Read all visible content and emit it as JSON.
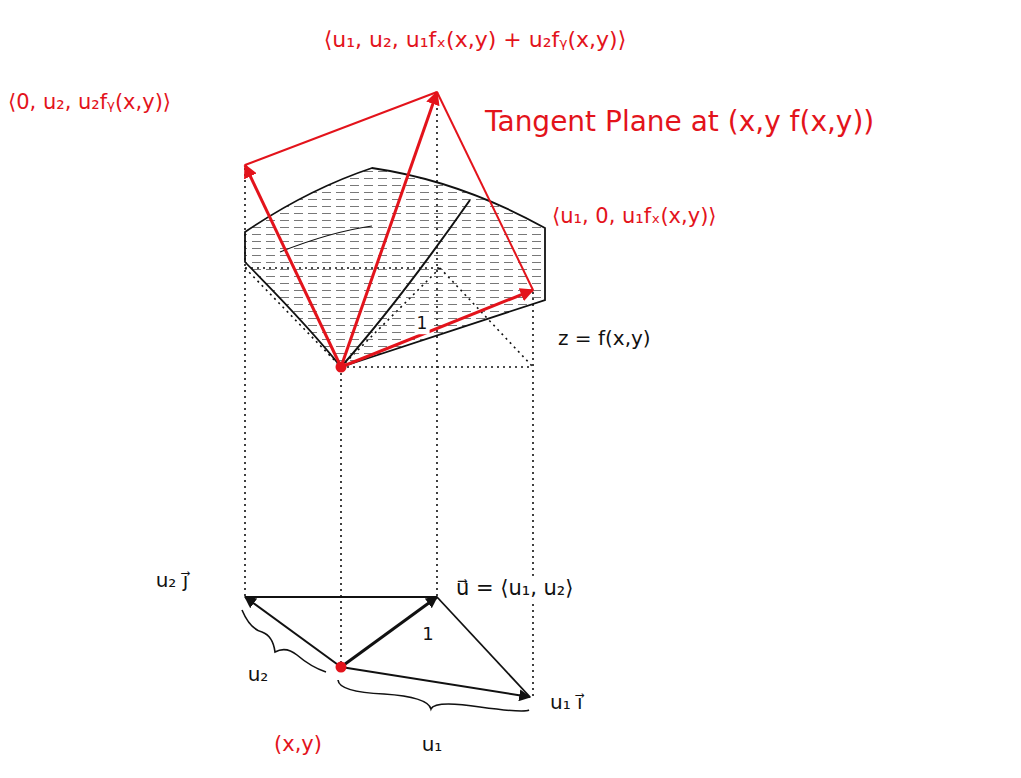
{
  "diagram": {
    "labels": [
      "⟨u₁, u₂, u₁fₓ(x,y) + u₂fᵧ(x,y)⟩",
      "⟨0, u₂, u₂fᵧ(x,y)⟩",
      "Tangent Plane at (x,y f(x,y))",
      "⟨u₁, 0, u₁fₓ(x,y)⟩",
      "z = f(x,y)",
      "1",
      "u₂ j⃗",
      "u⃗ = ⟨u₁, u₂⟩",
      "1",
      "u₂",
      "u₁ i⃗",
      "(x,y)",
      "u₁"
    ]
  }
}
